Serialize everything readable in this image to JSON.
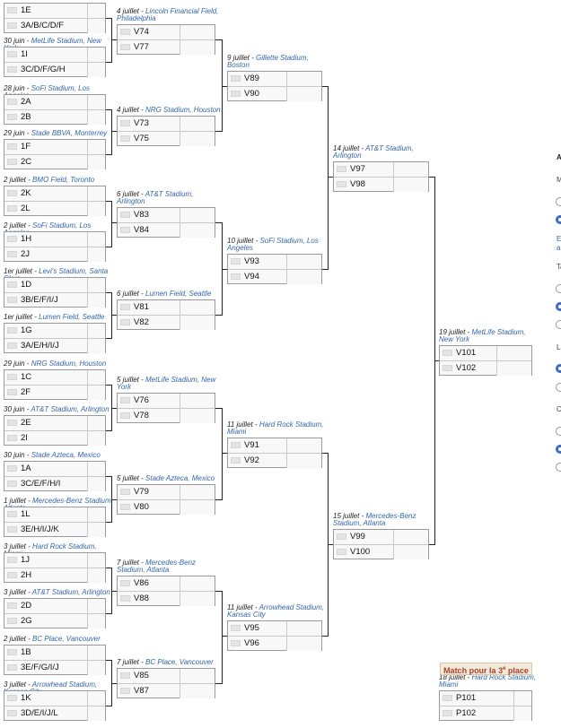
{
  "matches": [
    {
      "id": "r32-1",
      "date": "",
      "venue": "",
      "teams": [
        "1E",
        "3A/B/C/D/F"
      ]
    },
    {
      "id": "r32-2",
      "date": "30 juin",
      "venue": "MetLife Stadium, New York",
      "teams": [
        "1I",
        "3C/D/F/G/H"
      ]
    },
    {
      "id": "r32-3",
      "date": "28 juin",
      "venue": "SoFi Stadium, Los Angeles",
      "teams": [
        "2A",
        "2B"
      ]
    },
    {
      "id": "r32-4",
      "date": "29 juin",
      "venue": "Stade BBVA, Monterrey",
      "teams": [
        "1F",
        "2C"
      ]
    },
    {
      "id": "r32-5",
      "date": "2 juillet",
      "venue": "BMO Field, Toronto",
      "teams": [
        "2K",
        "2L"
      ]
    },
    {
      "id": "r32-6",
      "date": "2 juillet",
      "venue": "SoFi Stadium, Los Angeles",
      "teams": [
        "1H",
        "2J"
      ]
    },
    {
      "id": "r32-7",
      "date": "1er juillet",
      "venue": "Levi's Stadium, Santa Clara",
      "teams": [
        "1D",
        "3B/E/F/I/J"
      ]
    },
    {
      "id": "r32-8",
      "date": "1er juillet",
      "venue": "Lumen Field, Seattle",
      "teams": [
        "1G",
        "3A/E/H/I/J"
      ]
    },
    {
      "id": "r32-9",
      "date": "29 juin",
      "venue": "NRG Stadium, Houston",
      "teams": [
        "1C",
        "2F"
      ]
    },
    {
      "id": "r32-10",
      "date": "30 juin",
      "venue": "AT&T Stadium, Arlington",
      "teams": [
        "2E",
        "2I"
      ]
    },
    {
      "id": "r32-11",
      "date": "30 juin",
      "venue": "Stade Azteca, Mexico",
      "teams": [
        "1A",
        "3C/E/F/H/I"
      ]
    },
    {
      "id": "r32-12",
      "date": "1 juillet",
      "venue": "Mercedes-Benz Stadium, Atlanta",
      "teams": [
        "1L",
        "3E/H/I/J/K"
      ]
    },
    {
      "id": "r32-13",
      "date": "3 juillet",
      "venue": "Hard Rock Stadium, Miami",
      "teams": [
        "1J",
        "2H"
      ]
    },
    {
      "id": "r32-14",
      "date": "3 juillet",
      "venue": "AT&T Stadium, Arlington",
      "teams": [
        "2D",
        "2G"
      ]
    },
    {
      "id": "r32-15",
      "date": "2 juillet",
      "venue": "BC Place, Vancouver",
      "teams": [
        "1B",
        "3E/F/G/I/J"
      ]
    },
    {
      "id": "r32-16",
      "date": "3 juillet",
      "venue": "Arrowhead Stadium, Kansas City",
      "teams": [
        "1K",
        "3D/E/I/J/L"
      ]
    },
    {
      "id": "r16-1",
      "date": "4 juillet",
      "venue": "Lincoln Financial Field, Philadelphia",
      "teams": [
        "V74",
        "V77"
      ]
    },
    {
      "id": "r16-2",
      "date": "4 juillet",
      "venue": "NRG Stadium, Houston",
      "teams": [
        "V73",
        "V75"
      ]
    },
    {
      "id": "r16-3",
      "date": "6 juillet",
      "venue": "AT&T Stadium, Arlington",
      "teams": [
        "V83",
        "V84"
      ]
    },
    {
      "id": "r16-4",
      "date": "6 juillet",
      "venue": "Lumen Field, Seattle",
      "teams": [
        "V81",
        "V82"
      ]
    },
    {
      "id": "r16-5",
      "date": "5 juillet",
      "venue": "MetLife Stadium, New York",
      "teams": [
        "V76",
        "V78"
      ]
    },
    {
      "id": "r16-6",
      "date": "5 juillet",
      "venue": "Stade Azteca, Mexico",
      "teams": [
        "V79",
        "V80"
      ]
    },
    {
      "id": "r16-7",
      "date": "7 juillet",
      "venue": "Mercedes-Benz Stadium, Atlanta",
      "teams": [
        "V86",
        "V88"
      ]
    },
    {
      "id": "r16-8",
      "date": "7 juillet",
      "venue": "BC Place, Vancouver",
      "teams": [
        "V85",
        "V87"
      ]
    },
    {
      "id": "qf-1",
      "date": "9 juillet",
      "venue": "Gillette Stadium, Boston",
      "teams": [
        "V89",
        "V90"
      ]
    },
    {
      "id": "qf-2",
      "date": "10 juillet",
      "venue": "SoFi Stadium, Los Angeles",
      "teams": [
        "V93",
        "V94"
      ]
    },
    {
      "id": "qf-3",
      "date": "11 juillet",
      "venue": "Hard Rock Stadium, Miami",
      "teams": [
        "V91",
        "V92"
      ]
    },
    {
      "id": "qf-4",
      "date": "11 juillet",
      "venue": "Arrowhead Stadium, Kansas City",
      "teams": [
        "V95",
        "V96"
      ]
    },
    {
      "id": "sf-1",
      "date": "14 juillet",
      "venue": "AT&T Stadium, Arlington",
      "teams": [
        "V97",
        "V98"
      ]
    },
    {
      "id": "sf-2",
      "date": "15 juillet",
      "venue": "Mercedes-Benz Stadium, Atlanta",
      "teams": [
        "V99",
        "V100"
      ]
    },
    {
      "id": "final",
      "date": "19 juillet",
      "venue": "MetLife Stadium, New York",
      "teams": [
        "V101",
        "V102"
      ]
    },
    {
      "id": "third",
      "date": "18 juillet",
      "venue": "Hard Rock Stadium, Miami",
      "teams": [
        "P101",
        "P102"
      ]
    }
  ],
  "third_place": {
    "title": "Match pour la 3",
    "title_sup": "e",
    "title_suffix": " place"
  },
  "sidebar": {
    "labels": [
      "A",
      "M",
      "E",
      "a",
      "Ta",
      "La",
      "C"
    ]
  }
}
